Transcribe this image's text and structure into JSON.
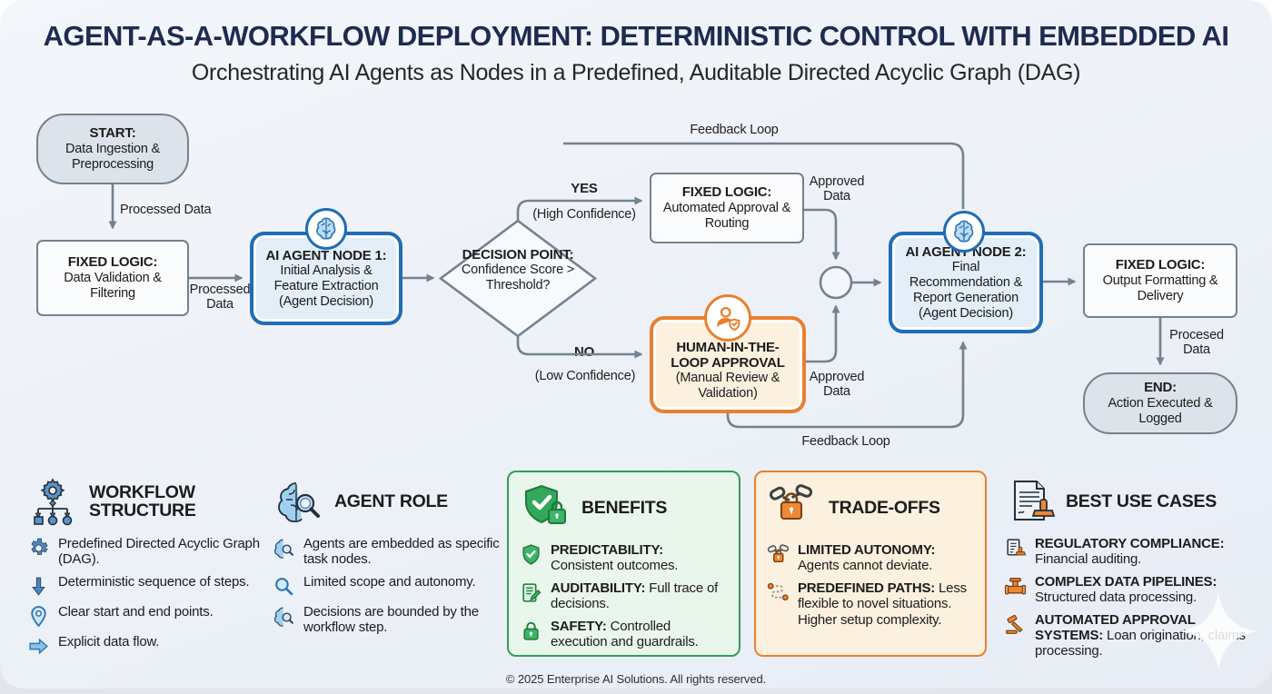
{
  "header": {
    "title": "AGENT-AS-A-WORKFLOW DEPLOYMENT: DETERMINISTIC CONTROL WITH EMBEDDED AI",
    "subtitle": "Orchestrating AI Agents as Nodes in a Predefined, Auditable Directed Acyclic Graph (DAG)"
  },
  "flow": {
    "start": {
      "title": "START:",
      "body": "Data Ingestion & Preprocessing"
    },
    "fixed_validation": {
      "title": "FIXED LOGIC:",
      "body": "Data Validation & Filtering"
    },
    "agent1": {
      "title": "AI AGENT NODE 1:",
      "body": "Initial Analysis & Feature Extraction (Agent Decision)"
    },
    "decision": {
      "title": "DECISION POINT:",
      "body": "Confidence Score > Threshold?"
    },
    "approval_logic": {
      "title": "FIXED LOGIC:",
      "body": "Automated Approval & Routing"
    },
    "hitl": {
      "title": "HUMAN-IN-THE-LOOP APPROVAL",
      "body": "(Manual Review & Validation)"
    },
    "agent2": {
      "title": "AI AGENT NODE 2:",
      "body": "Final Recommendation & Report Generation (Agent Decision)"
    },
    "fixed_output": {
      "title": "FIXED LOGIC:",
      "body": "Output Formatting & Delivery"
    },
    "end": {
      "title": "END:",
      "body": "Action Executed & Logged"
    },
    "labels": {
      "processed_data_1": "Processed Data",
      "processed_data_2": "Processed Data",
      "yes": "YES",
      "yes_sub": "(High Confidence)",
      "no": "NO",
      "no_sub": "(Low Confidence)",
      "approved_data_top": "Approved Data",
      "approved_data_bottom": "Approved Data",
      "feedback_loop_top": "Feedback Loop",
      "feedback_loop_bottom": "Feedback Loop",
      "procesed_data": "Procesed Data"
    }
  },
  "panels": [
    {
      "id": "workflow-structure",
      "title": "WORKFLOW STRUCTURE",
      "items": [
        {
          "icon": "gear-icon",
          "text": "Predefined Directed Acyclic Graph (DAG)."
        },
        {
          "icon": "arrow-down-icon",
          "text": "Deterministic sequence of steps."
        },
        {
          "icon": "map-pin-icon",
          "text": "Clear start and end points."
        },
        {
          "icon": "arrow-right-icon",
          "text": "Explicit data flow."
        }
      ]
    },
    {
      "id": "agent-role",
      "title": "AGENT ROLE",
      "items": [
        {
          "icon": "brain-magnifier-icon",
          "text": "Agents are embedded as specific task nodes."
        },
        {
          "icon": "magnifier-icon",
          "text": "Limited scope and autonomy."
        },
        {
          "icon": "brain-magnifier-icon",
          "text": "Decisions are bounded by the workflow step."
        }
      ]
    },
    {
      "id": "benefits",
      "title": "BENEFITS",
      "items": [
        {
          "icon": "shield-check-icon",
          "label": "PREDICTABILITY:",
          "text": "Consistent outcomes."
        },
        {
          "icon": "document-edit-icon",
          "label": "AUDITABILITY:",
          "text": "Full trace of decisions."
        },
        {
          "icon": "padlock-icon",
          "label": "SAFETY:",
          "text": "Controlled execution and guardrails."
        }
      ]
    },
    {
      "id": "trade-offs",
      "title": "TRADE-OFFS",
      "items": [
        {
          "icon": "chain-lock-icon",
          "label": "LIMITED AUTONOMY:",
          "text": "Agents cannot deviate."
        },
        {
          "icon": "predefined-path-icon",
          "label": "PREDEFINED PATHS:",
          "text": "Less flexible to novel situations. Higher setup complexity."
        }
      ]
    },
    {
      "id": "best-use-cases",
      "title": "BEST USE CASES",
      "items": [
        {
          "icon": "document-stamp-icon",
          "label": "REGULATORY COMPLIANCE:",
          "text": "Financial auditing."
        },
        {
          "icon": "pipeline-icon",
          "label": "COMPLEX DATA PIPELINES:",
          "text": "Structured data processing."
        },
        {
          "icon": "gavel-icon",
          "label": "AUTOMATED APPROVAL SYSTEMS:",
          "text": "Loan origination, claims processing."
        }
      ]
    }
  ],
  "footer": {
    "copyright": "© 2025 Enterprise AI Solutions. All rights reserved."
  },
  "icons": {
    "agent_badge": "brain-icon",
    "hitl_badge": "person-check-icon",
    "workflow_header": "gear-tree-icon",
    "agent_role_header": "brain-magnifier-icon",
    "benefits_header": "shield-check-lock-icon",
    "trade_offs_header": "chain-padlock-icon",
    "best_use_cases_header": "document-stamp-icon",
    "watermark": "sparkle-icon"
  },
  "colors": {
    "blue": "#1f6db6",
    "blue-fill": "#e3eef8",
    "blue-icon": "#4d87bd",
    "blue-icon-light": "#bcd9ef",
    "orange": "#e8802e",
    "orange-fill": "#fcf0de",
    "orange-dark": "#c76a1f",
    "green": "#2f9e57",
    "green-fill": "#e9f6ec",
    "green-dark": "#1f7a3d",
    "gray": "#74828f",
    "gray-fill": "#dde3ea",
    "node-fill": "#fbfcfe",
    "navy": "#1d2b50",
    "ink": "#1c1c1c",
    "bg": "#edf1f7"
  }
}
